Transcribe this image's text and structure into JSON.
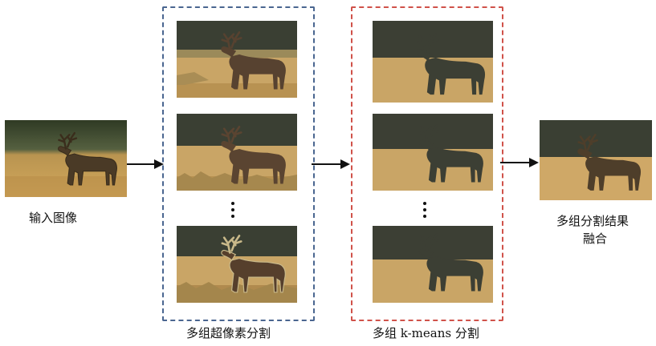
{
  "labels": {
    "input_image": "输入图像",
    "superpixel_group": "多组超像素分割",
    "kmeans_group": "多组 k-means 分割",
    "fusion_line1": "多组分割结果",
    "fusion_line2": "融合"
  },
  "colors": {
    "superpixel_border": "#4a6690",
    "kmeans_border": "#d0524a",
    "sky_dark": "#3a3f33",
    "grass": "#c9a566",
    "elk": "#4e3e2a",
    "elk_seg": "#3c3f34",
    "arrow": "#111111"
  },
  "icons": {
    "flow_arrow": "arrow-right-icon",
    "ellipsis": "vertical-ellipsis-icon"
  }
}
